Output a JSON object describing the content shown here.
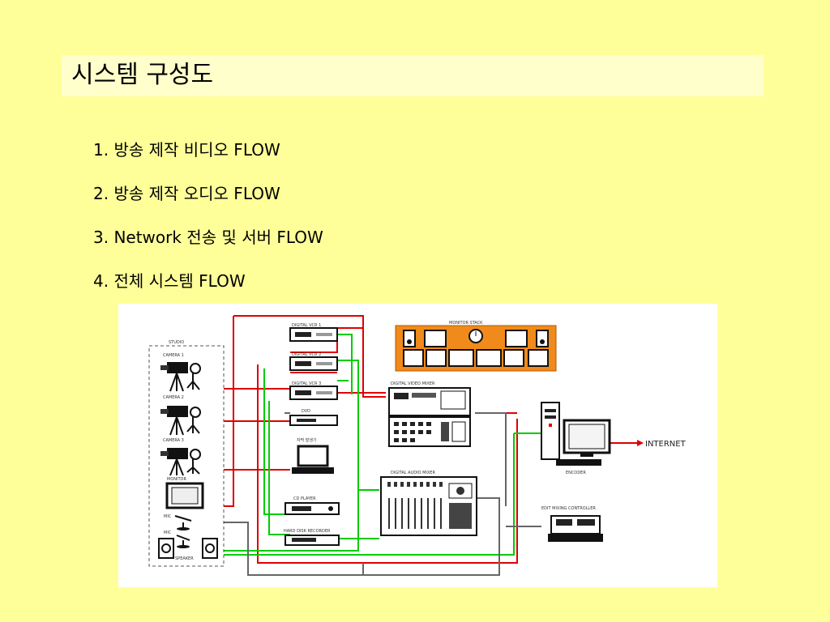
{
  "slide": {
    "title": "시스템 구성도",
    "items": [
      "1.  방송 제작 비디오 FLOW",
      "2.  방송 제작 오디오 FLOW",
      "3. Network 전송 및 서버 FLOW",
      "4. 전체 시스템 FLOW"
    ]
  },
  "diagram": {
    "studio_label": "STUDIO",
    "camera_labels": [
      "CAMERA 1",
      "CAMERA 2",
      "CAMERA 3"
    ],
    "monitor_label": "MONITOR",
    "mic_labels": [
      "MIC",
      "MIC"
    ],
    "speaker_label": "SPEAKER",
    "recorder_labels": [
      "DIGITAL VCR 1",
      "DIGITAL VCR 2",
      "DIGITAL VCR 3"
    ],
    "dvd_label": "DVD",
    "graphic_label": "자막 발생기",
    "cd_player_label": "CD PLAYER",
    "hard_disk_label": "HARD DISK RECORDER",
    "monitor_stack_label": "MONITOR STACK",
    "video_mixer_label": "DIGITAL VIDEO MIXER",
    "audio_mixer_label": "DIGITAL AUDIO MIXER",
    "encoder_label": "ENCODER",
    "internet_label": "INTERNET",
    "controller_label": "EDIT MIXING CONTROLLER",
    "colors": {
      "video": "#e00000",
      "audio": "#00cc00",
      "control": "#666666",
      "frame": "#e87000"
    }
  }
}
